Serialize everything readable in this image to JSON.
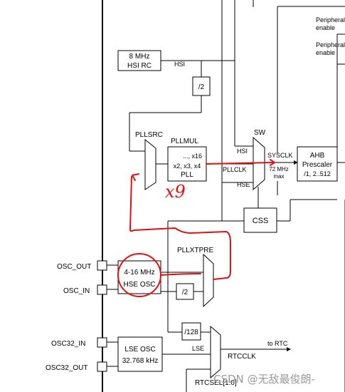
{
  "blocks": {
    "hsi_rc": {
      "line1": "8 MHz",
      "line2": "HSI RC"
    },
    "div2_hsi": "/2",
    "pllsrc": "PLLSRC",
    "pllmul": {
      "title": "PLLMUL",
      "line1": "..., x16",
      "line2": "x2, x3, x4",
      "line3": "PLL"
    },
    "sw": "SW",
    "ahb": {
      "line1": "AHB",
      "line2": "Prescaler",
      "line3": "/1, 2..512"
    },
    "css": "CSS",
    "pllxtpre": "PLLXTPRE",
    "hse_osc": {
      "line1": "4-16 MHz",
      "line2": "HSE OSC"
    },
    "div2_hse": "/2",
    "div128": "/128",
    "lse_osc": {
      "line1": "LSE OSC",
      "line2": "32.768 kHz"
    },
    "rtcclk": "RTCCLK",
    "rtcsel": "RTCSEL[1:0]"
  },
  "signals": {
    "hsi": "HSI",
    "hsi_sw": "HSI",
    "pllclk": "PLLCLK",
    "hse_sw": "HSE",
    "sysclk": "SYSCLK",
    "sysclk_max1": "72 MHz",
    "sysclk_max2": "max",
    "lse": "LSE",
    "to_rtc": "to RTC"
  },
  "pins": {
    "osc_out": "OSC_OUT",
    "osc_in": "OSC_IN",
    "osc32_in": "OSC32_IN",
    "osc32_out": "OSC32_OUT"
  },
  "peripheral": {
    "p1_line1": "Peripheral",
    "p1_line2": "enable",
    "p2_line1": "Peripheral",
    "p2_line2": "enable"
  },
  "handwriting": "x9",
  "watermark": "CSDN @无敌最俊朗-"
}
